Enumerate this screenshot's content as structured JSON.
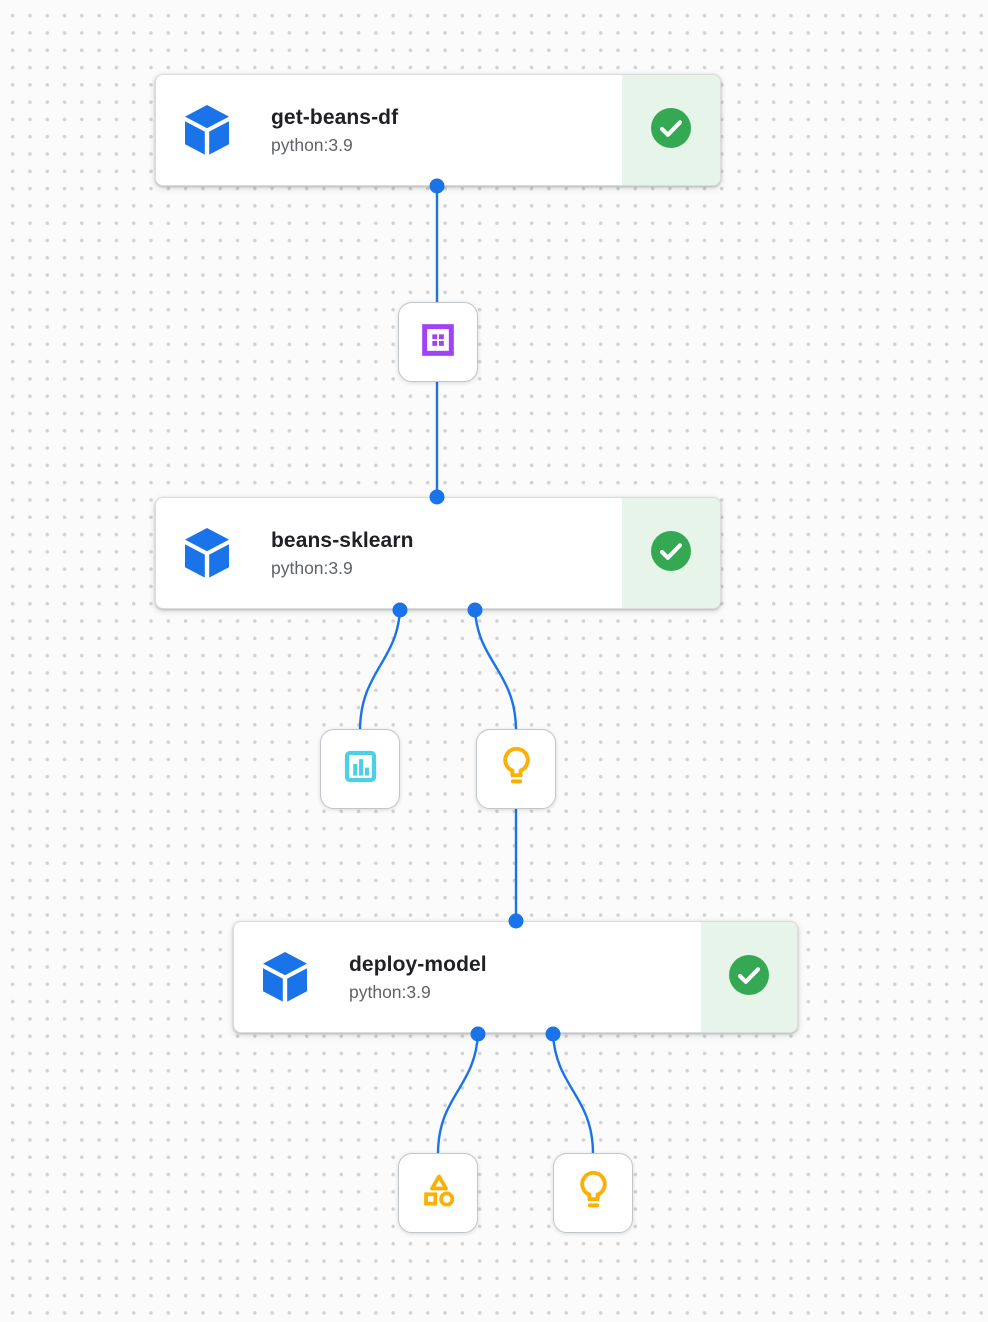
{
  "view": {
    "kind": "pipeline-dag-canvas"
  },
  "nodes": [
    {
      "id": "get-beans-df",
      "title": "get-beans-df",
      "subtitle": "python:3.9",
      "status": "succeeded",
      "icon": "component-cube-icon",
      "status_icon": "check-circle-icon"
    },
    {
      "id": "beans-sklearn",
      "title": "beans-sklearn",
      "subtitle": "python:3.9",
      "status": "succeeded",
      "icon": "component-cube-icon",
      "status_icon": "check-circle-icon"
    },
    {
      "id": "deploy-model",
      "title": "deploy-model",
      "subtitle": "python:3.9",
      "status": "succeeded",
      "icon": "component-cube-icon",
      "status_icon": "check-circle-icon"
    }
  ],
  "artifacts": [
    {
      "id": "dataset-1",
      "kind": "dataset",
      "icon": "dataset-icon",
      "color": "#A142F4"
    },
    {
      "id": "metrics-1",
      "kind": "metrics",
      "icon": "metrics-icon",
      "color": "#4DD0E1"
    },
    {
      "id": "model-1",
      "kind": "model",
      "icon": "model-lightbulb-icon",
      "color": "#FBB005"
    },
    {
      "id": "artifact-1",
      "kind": "artifact",
      "icon": "shapes-icon",
      "color": "#FBB005"
    },
    {
      "id": "model-2",
      "kind": "model",
      "icon": "model-lightbulb-icon",
      "color": "#FBB005"
    }
  ],
  "edges": [
    {
      "from": "get-beans-df",
      "to": "dataset-1"
    },
    {
      "from": "dataset-1",
      "to": "beans-sklearn"
    },
    {
      "from": "beans-sklearn",
      "to": "metrics-1"
    },
    {
      "from": "beans-sklearn",
      "to": "model-1"
    },
    {
      "from": "model-1",
      "to": "deploy-model"
    },
    {
      "from": "deploy-model",
      "to": "artifact-1"
    },
    {
      "from": "deploy-model",
      "to": "model-2"
    }
  ],
  "colors": {
    "edge_blue": "#1A73E8",
    "component_blue": "#1A73E8",
    "success_green": "#34A853",
    "success_panel_bg": "#E6F4EA",
    "dataset_purple": "#A142F4",
    "metrics_cyan": "#4DD0E1",
    "model_yellow": "#FBB005",
    "title_text": "#202124",
    "subtitle_text": "#5F6368",
    "grid_dot": "#D2D2D2"
  }
}
